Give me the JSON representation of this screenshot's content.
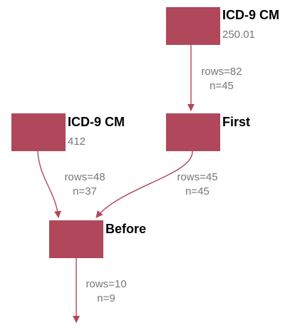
{
  "colors": {
    "node": "#b0475a",
    "edge": "#b0475a",
    "label": "#777777",
    "title": "#000000"
  },
  "nodes": {
    "icd9_25001": {
      "title": "ICD-9 CM",
      "code": "250.01"
    },
    "first": {
      "title": "First"
    },
    "icd9_412": {
      "title": "ICD-9 CM",
      "code": "412"
    },
    "before": {
      "title": "Before"
    }
  },
  "edges": {
    "icd9_25001_to_first": {
      "rows": "rows=82",
      "n": "n=45"
    },
    "icd9_412_to_before": {
      "rows": "rows=48",
      "n": "n=37"
    },
    "first_to_before": {
      "rows": "rows=45",
      "n": "n=45"
    },
    "before_to_output": {
      "rows": "rows=10",
      "n": "n=9"
    }
  }
}
